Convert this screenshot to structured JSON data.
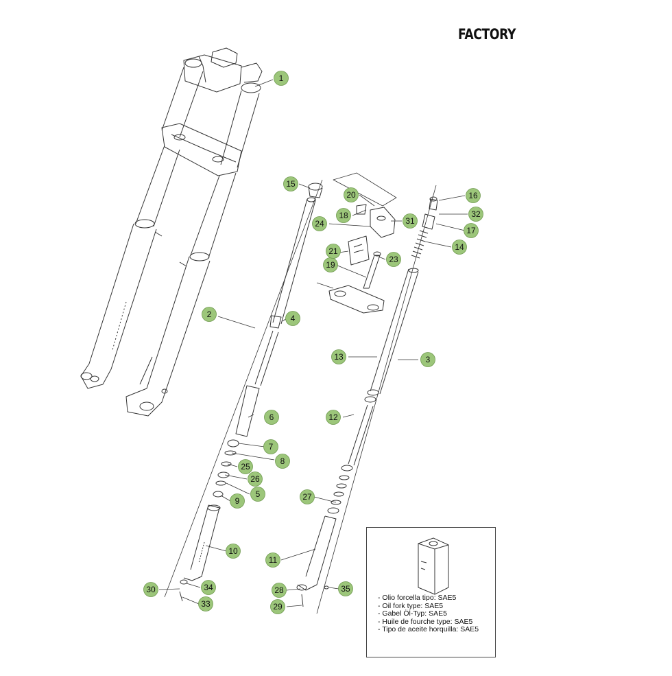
{
  "brand": {
    "label": "FACTORY"
  },
  "callouts": [
    {
      "num": "1"
    },
    {
      "num": "2"
    },
    {
      "num": "3"
    },
    {
      "num": "4"
    },
    {
      "num": "5"
    },
    {
      "num": "6"
    },
    {
      "num": "7"
    },
    {
      "num": "8"
    },
    {
      "num": "9"
    },
    {
      "num": "10"
    },
    {
      "num": "11"
    },
    {
      "num": "12"
    },
    {
      "num": "13"
    },
    {
      "num": "14"
    },
    {
      "num": "15"
    },
    {
      "num": "16"
    },
    {
      "num": "17"
    },
    {
      "num": "18"
    },
    {
      "num": "19"
    },
    {
      "num": "20"
    },
    {
      "num": "21"
    },
    {
      "num": "23"
    },
    {
      "num": "24"
    },
    {
      "num": "25"
    },
    {
      "num": "26"
    },
    {
      "num": "27"
    },
    {
      "num": "28"
    },
    {
      "num": "29"
    },
    {
      "num": "30"
    },
    {
      "num": "31"
    },
    {
      "num": "32"
    },
    {
      "num": "33"
    },
    {
      "num": "34"
    },
    {
      "num": "35"
    }
  ],
  "oil_note": {
    "lines": [
      "- Olio forcella tipo: SAE5",
      "- Oil fork type: SAE5",
      "- Gabel Öl-Typ: SAE5",
      "- Huile de fourche type: SAE5",
      "- Tipo de aceite horquilla: SAE5"
    ]
  },
  "colors": {
    "callout_fill": "#9cc67a",
    "callout_stroke": "#6f9a4f",
    "line": "#333333"
  }
}
